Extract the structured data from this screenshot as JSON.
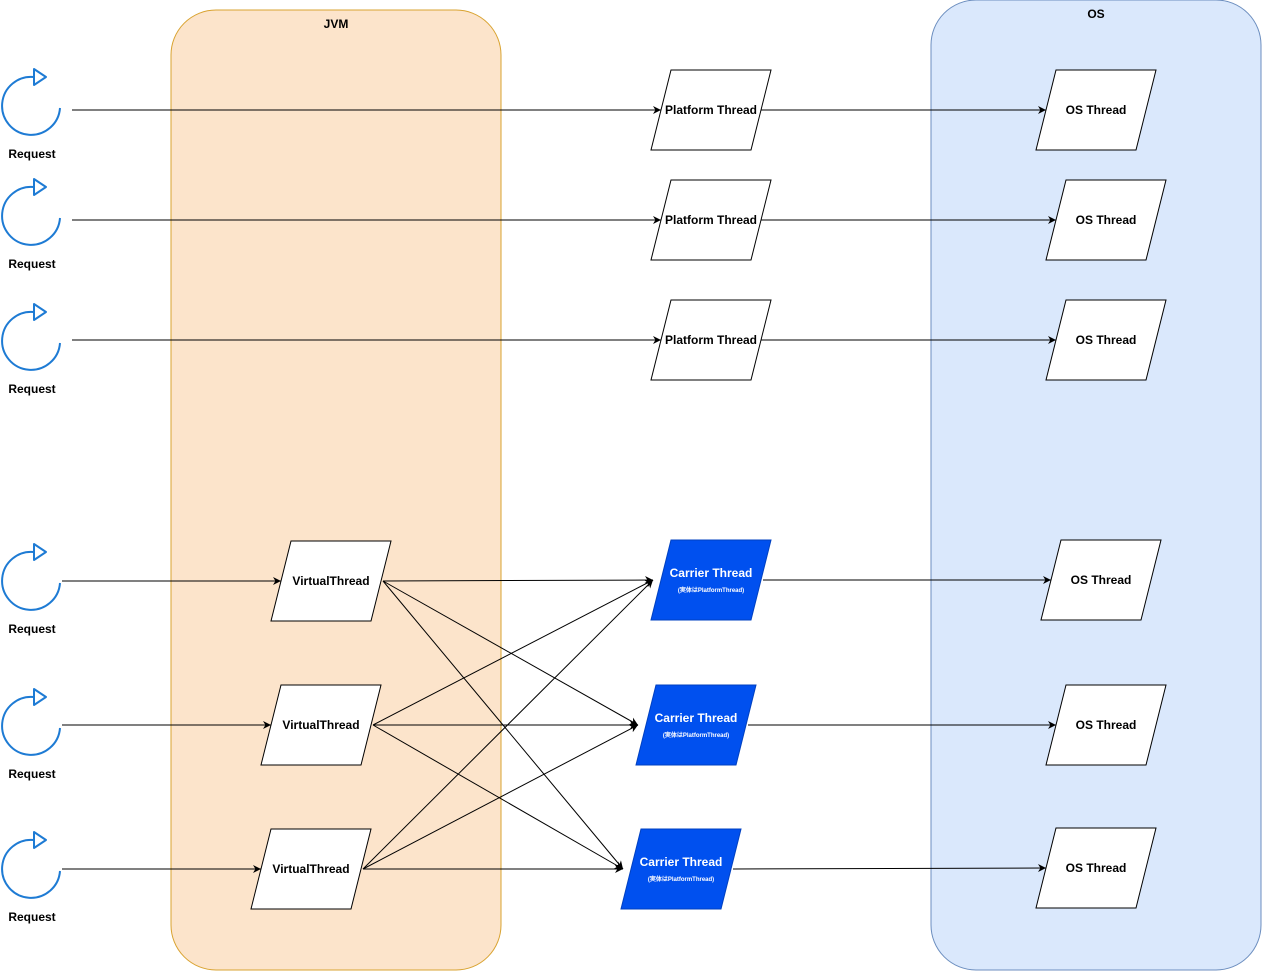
{
  "colors": {
    "jvm_fill": "#fce4cb",
    "jvm_stroke": "#d9a331",
    "os_fill": "#dae8fc",
    "os_stroke": "#6c8ebf",
    "carrier_fill": "#0050ef",
    "carrier_stroke": "#0040c0",
    "icon_color": "#1e7bd4",
    "line_color": "#000000"
  },
  "containers": {
    "jvm": {
      "title": "JVM"
    },
    "os": {
      "title": "OS"
    }
  },
  "requests": [
    {
      "icon": "refresh-icon",
      "label": "Request"
    },
    {
      "icon": "refresh-icon",
      "label": "Request"
    },
    {
      "icon": "refresh-icon",
      "label": "Request"
    },
    {
      "icon": "refresh-icon",
      "label": "Request"
    },
    {
      "icon": "refresh-icon",
      "label": "Request"
    },
    {
      "icon": "refresh-icon",
      "label": "Request"
    }
  ],
  "platform_threads": [
    {
      "label": "Platform Thread"
    },
    {
      "label": "Platform Thread"
    },
    {
      "label": "Platform Thread"
    }
  ],
  "virtual_threads": [
    {
      "label": "VirtualThread"
    },
    {
      "label": "VirtualThread"
    },
    {
      "label": "VirtualThread"
    }
  ],
  "carrier_threads": [
    {
      "label": "Carrier Thread",
      "sublabel": "(実体はPlatformThread)"
    },
    {
      "label": "Carrier Thread",
      "sublabel": "(実体はPlatformThread)"
    },
    {
      "label": "Carrier Thread",
      "sublabel": "(実体はPlatformThread)"
    }
  ],
  "os_threads": [
    {
      "label": "OS Thread"
    },
    {
      "label": "OS Thread"
    },
    {
      "label": "OS Thread"
    },
    {
      "label": "OS Thread"
    },
    {
      "label": "OS Thread"
    },
    {
      "label": "OS Thread"
    }
  ]
}
